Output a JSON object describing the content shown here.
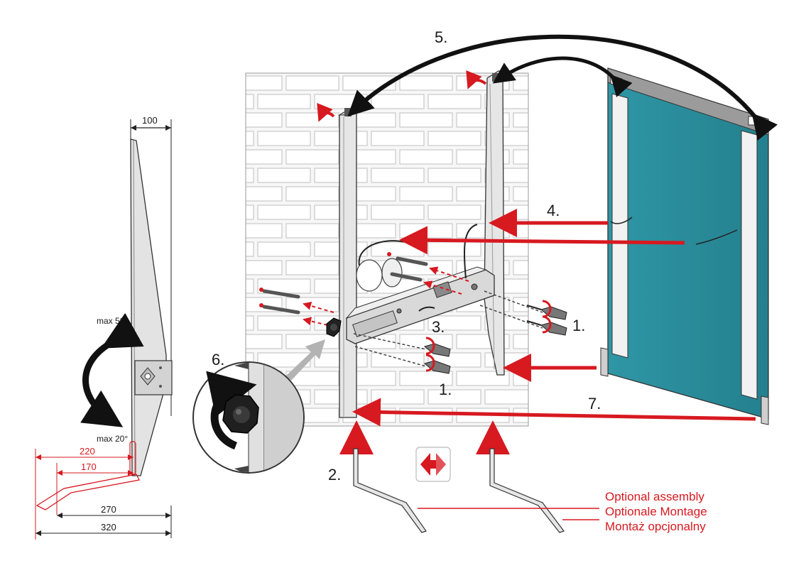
{
  "colors": {
    "accent_red": "#d71920",
    "panel_teal": "#2a8a9a",
    "frame_grey": "#d9d9d9",
    "outline": "#333333",
    "arrow_black": "#111111"
  },
  "steps": {
    "s1a": "1.",
    "s1b": "1.",
    "s2": "2.",
    "s3": "3.",
    "s4": "4.",
    "s5": "5.",
    "s6": "6.",
    "s7": "7."
  },
  "side_view": {
    "dim_top": "100",
    "angle_max_top": "max 5°",
    "angle_max_bottom": "max 20°",
    "dim_220": "220",
    "dim_170": "170",
    "dim_270": "270",
    "dim_320": "320"
  },
  "optional_assembly": {
    "line_en": "Optional assembly",
    "line_de": "Optionale Montage",
    "line_pl": "Montaż opcjonalny"
  },
  "icons": [
    "double-arrow-icon",
    "curved-rotation-arrow-icon",
    "knob-icon",
    "screwdriver-icon"
  ]
}
